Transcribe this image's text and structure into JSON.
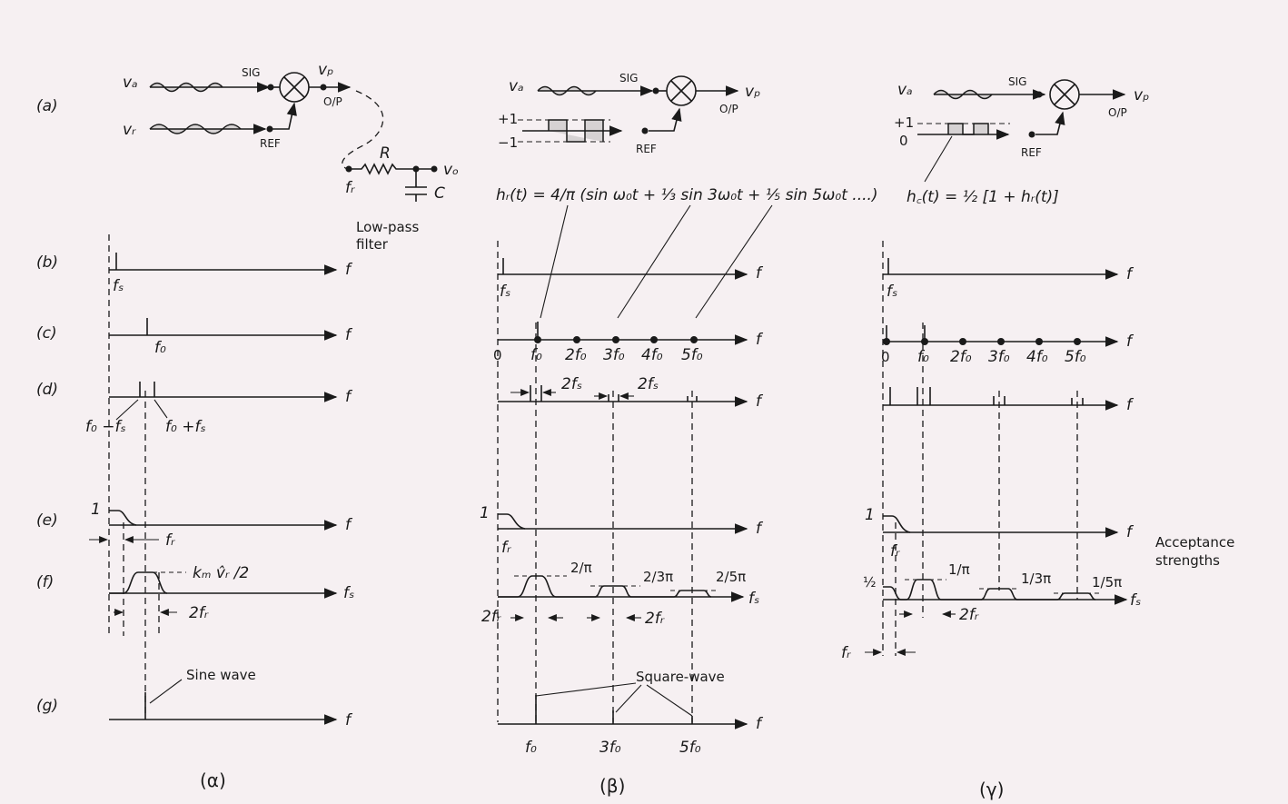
{
  "row_labels": [
    "(a)",
    "(b)",
    "(c)",
    "(d)",
    "(e)",
    "(f)",
    "(g)"
  ],
  "columns": {
    "alpha": "(α)",
    "beta": "(β)",
    "gamma": "(γ)"
  },
  "circuit": {
    "va": "vₐ",
    "vr": "vᵣ",
    "vp": "vₚ",
    "sig": "SIG",
    "ref": "REF",
    "op": "O/P",
    "R": "R",
    "C": "C",
    "vo": "vₒ",
    "fr": "fᵣ",
    "lowpass1": "Low-pass",
    "lowpass2": "filter",
    "plus1": "+1",
    "minus1": "−1",
    "zero": "0"
  },
  "formulas": {
    "hr": "hᵣ(t) = 4/π (sin ω₀t + ⅓ sin 3ω₀t + ⅕ sin 5ω₀t ....)",
    "hc": "h꜀(t) = ½ [1 + hᵣ(t)]"
  },
  "axis": {
    "f": "f",
    "fs": "fₛ"
  },
  "labels": {
    "fs": "fₛ",
    "f0": "f₀",
    "zero": "0",
    "2f0": "2f₀",
    "3f0": "3f₀",
    "4f0": "4f₀",
    "5f0": "5f₀",
    "f0_minus_fs": "f₀ −fₛ",
    "f0_plus_fs": "f₀ +fₛ",
    "two_fs": "2fₛ",
    "one": "1",
    "fr": "fᵣ",
    "km": "kₘ v̂ᵣ /2",
    "two_fr": "2fᵣ",
    "sine_wave": "Sine wave",
    "square_wave": "Square-wave",
    "two_over_pi": "2/π",
    "two_over_3pi": "2/3π",
    "two_over_5pi": "2/5π",
    "half": "½",
    "one_over_pi": "1/π",
    "one_over_3pi": "1/3π",
    "one_over_5pi": "1/5π",
    "acceptance1": "Acceptance",
    "acceptance2": "strengths"
  }
}
